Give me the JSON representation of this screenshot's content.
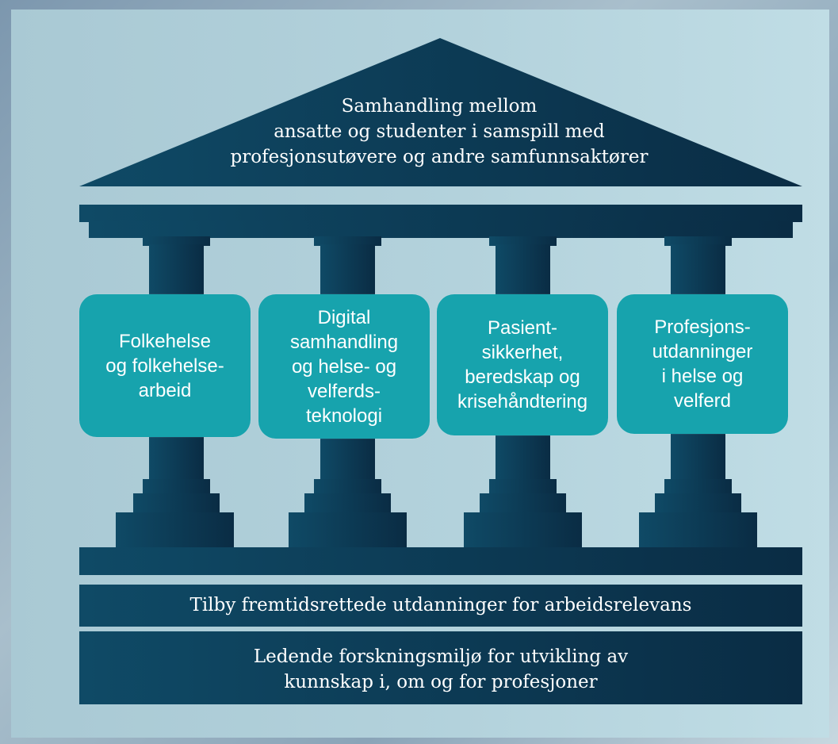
{
  "roof": {
    "lines": [
      "Samhandling mellom",
      "ansatte og studenter i samspill med",
      "profesjonsutøvere og andre samfunnsaktører"
    ]
  },
  "pillars": [
    {
      "lines": [
        "Folkehelse",
        "og folkehelse-",
        "arbeid"
      ]
    },
    {
      "lines": [
        "Digital",
        "samhandling",
        "og helse- og",
        "velferds-",
        "teknologi"
      ]
    },
    {
      "lines": [
        "Pasient-",
        "sikkerhet,",
        "beredskap og",
        "krisehåndtering"
      ]
    },
    {
      "lines": [
        "Profesjons-",
        "utdanninger",
        "i helse og",
        "velferd"
      ]
    }
  ],
  "foundation": {
    "upper": {
      "lines": [
        "Tilby fremtidsrettede utdanninger for arbeidsrelevans"
      ]
    },
    "lower": {
      "lines": [
        "Ledende forskningsmiljø for utvikling av",
        "kunnskap i, om og for profesjoner"
      ]
    }
  },
  "colors": {
    "navy_dark": "#0b3048",
    "navy_mid": "#0f4763",
    "teal_box": "#17a3ad",
    "panel_bg": "#b3d2dc"
  }
}
